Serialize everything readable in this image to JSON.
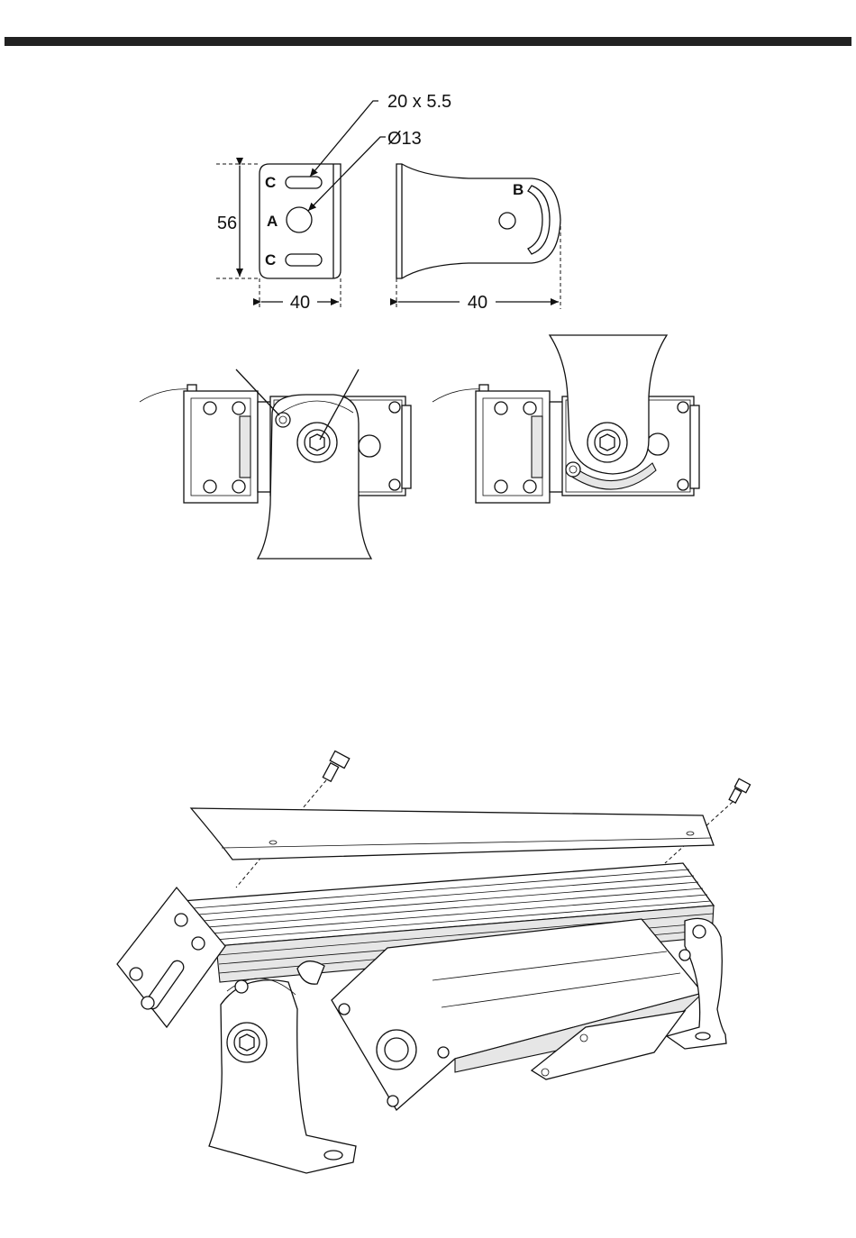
{
  "dimensions": {
    "slot_size": "20 x 5.5",
    "hole_diameter": "Ø13",
    "height": "56",
    "width_front": "40",
    "width_side": "40"
  },
  "letters": {
    "slot_top": "C",
    "hole": "A",
    "slot_bottom": "C",
    "arc_slot": "B"
  },
  "colors": {
    "ink": "#111111",
    "header_bar": "#222222",
    "background": "#ffffff"
  },
  "icons": {
    "bracket_front": "bracket-front-view",
    "bracket_side": "bracket-side-view",
    "mounted_a": "fixture-bracket-position-a",
    "mounted_b": "fixture-bracket-position-b",
    "fixture_iso": "fixture-isometric-exploded"
  }
}
